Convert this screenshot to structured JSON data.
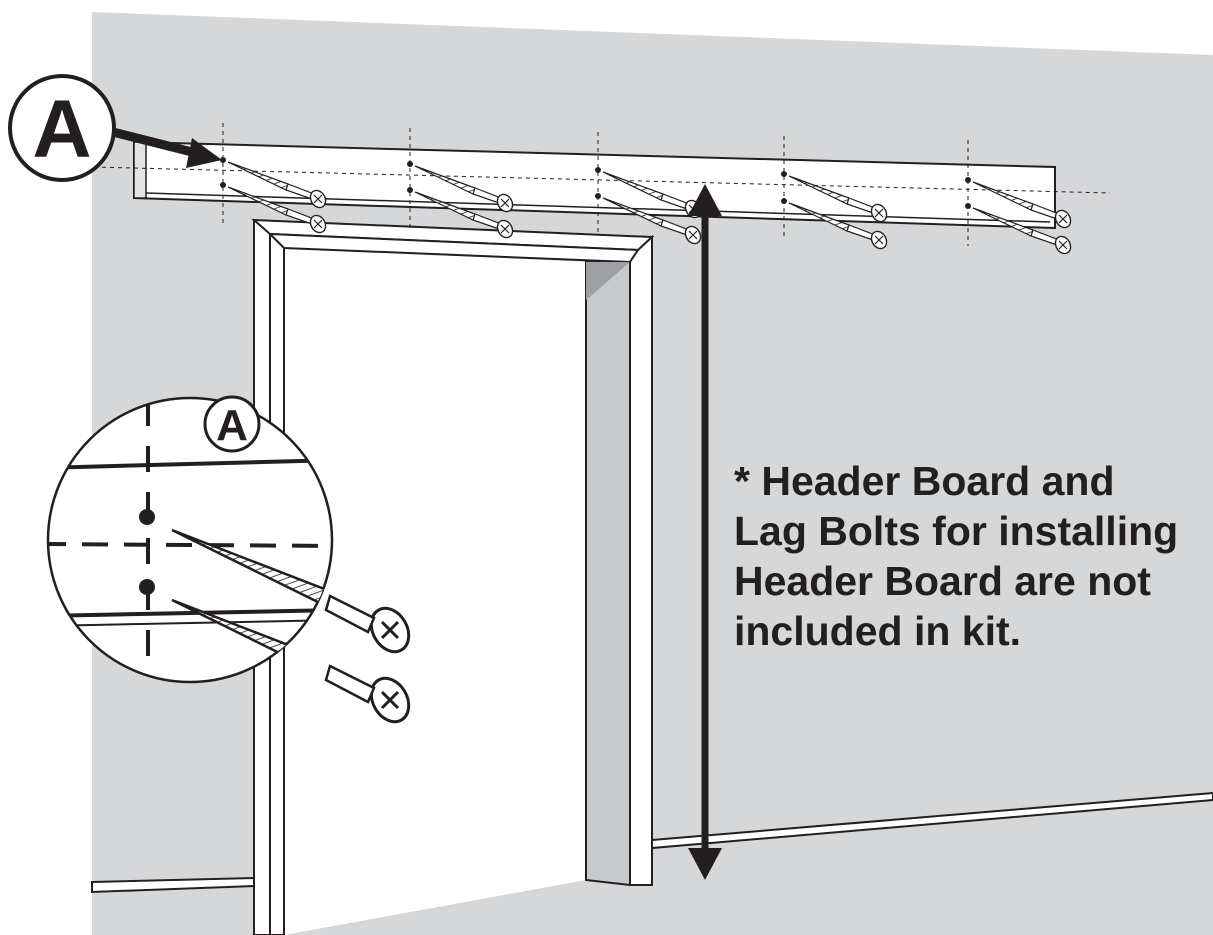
{
  "labels": {
    "main_callout": "A",
    "detail_callout": "A"
  },
  "note": {
    "lines": [
      "* Header Board and",
      "Lag Bolts for installing",
      "Header Board are not",
      "included in kit."
    ]
  },
  "colors": {
    "wall": "#d6d7d9",
    "wall_shadow": "#c4c6c9",
    "frame_face": "#ffffff",
    "ink": "#231f20",
    "shade": "#9d9fa2",
    "jamb": "#e3e4e6"
  },
  "icons": {
    "bolt": "lag-bolt-icon",
    "arrow": "double-arrow-icon"
  }
}
